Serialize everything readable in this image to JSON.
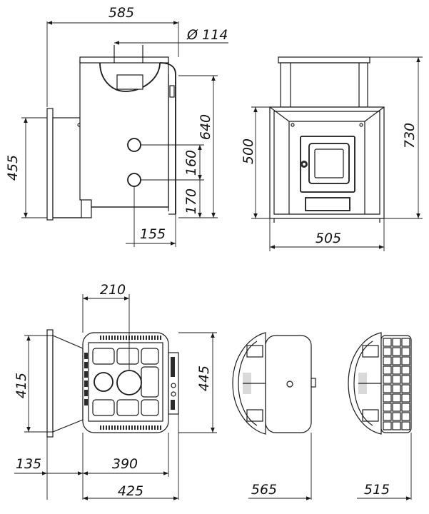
{
  "dimensions": {
    "side": {
      "total_depth": "585",
      "flue_diameter": "114",
      "height_left": "455",
      "connection_height": "640",
      "pipe_spacing": "160",
      "pipe_lower_height": "170",
      "pipe_offset": "155"
    },
    "front": {
      "body_height": "500",
      "total_height": "730",
      "width": "505"
    },
    "top": {
      "flue_offset": "210",
      "panel_height": "415",
      "body_depth": "445",
      "tunnel_length": "135",
      "body_length": "390",
      "total_length": "425"
    },
    "top_variants": {
      "tank_variant_length": "565",
      "mesh_variant_length": "515"
    }
  },
  "symbols": {
    "diameter": "Ø"
  }
}
